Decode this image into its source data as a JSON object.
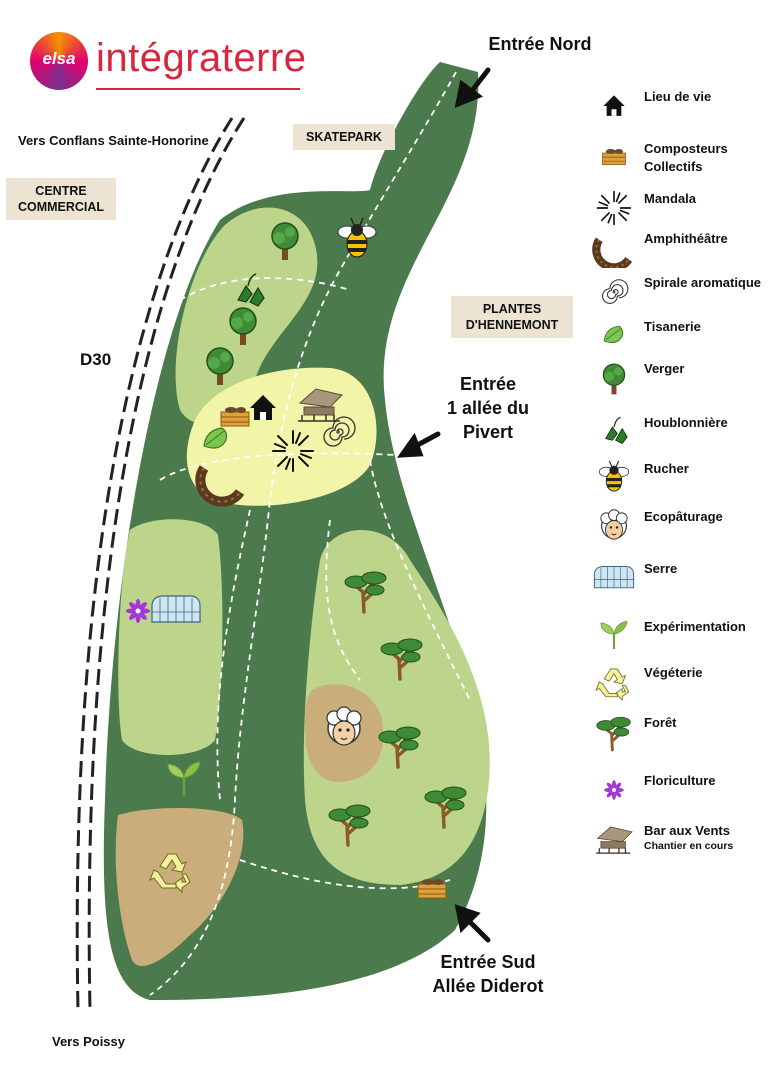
{
  "logo": {
    "mark": "elsa",
    "name": "intégraterre"
  },
  "labels": {
    "north_entrance": "Entrée Nord",
    "conflans": "Vers Conflans Sainte-Honorine",
    "skatepark": "SKATEPARK",
    "centre_commercial_1": "CENTRE",
    "centre_commercial_2": "COMMERCIAL",
    "plantes_1": "PLANTES",
    "plantes_2": "D'HENNEMONT",
    "d30": "D30",
    "pivert_1": "Entrée",
    "pivert_2": "1 allée du",
    "pivert_3": "Pivert",
    "south_1": "Entrée Sud",
    "south_2": "Allée Diderot",
    "poissy": "Vers Poissy"
  },
  "legend": [
    {
      "icon": "house-icon",
      "label": "Lieu de vie",
      "sub": ""
    },
    {
      "icon": "compost-crate-icon",
      "label": "Composteurs Collectifs",
      "sub": ""
    },
    {
      "icon": "mandala-icon",
      "label": "Mandala",
      "sub": ""
    },
    {
      "icon": "amphitheatre-icon",
      "label": "Amphithéâtre",
      "sub": ""
    },
    {
      "icon": "spiral-icon",
      "label": "Spirale aromatique",
      "sub": ""
    },
    {
      "icon": "mint-leaf-icon",
      "label": "Tisanerie",
      "sub": ""
    },
    {
      "icon": "fruit-tree-icon",
      "label": "Verger",
      "sub": ""
    },
    {
      "icon": "hop-leaves-icon",
      "label": "Houblonnière",
      "sub": ""
    },
    {
      "icon": "bee-icon",
      "label": "Rucher",
      "sub": ""
    },
    {
      "icon": "sheep-icon",
      "label": "Ecopâturage",
      "sub": ""
    },
    {
      "icon": "greenhouse-icon",
      "label": "Serre",
      "sub": ""
    },
    {
      "icon": "sprout-icon",
      "label": "Expérimentation",
      "sub": ""
    },
    {
      "icon": "recycle-icon",
      "label": "Végéterie",
      "sub": ""
    },
    {
      "icon": "forest-tree-icon",
      "label": "Forêt",
      "sub": ""
    },
    {
      "icon": "flower-icon",
      "label": "Floriculture",
      "sub": ""
    },
    {
      "icon": "wooden-hut-icon",
      "label": "Bar aux Vents",
      "sub": "Chantier en cours"
    }
  ],
  "colors": {
    "park_dark": "#4b7a4c",
    "park_light": "#bcd58a",
    "center_yellow": "#f2f5a8",
    "sand": "#c9ad7a",
    "logo_red": "#d7263d"
  }
}
